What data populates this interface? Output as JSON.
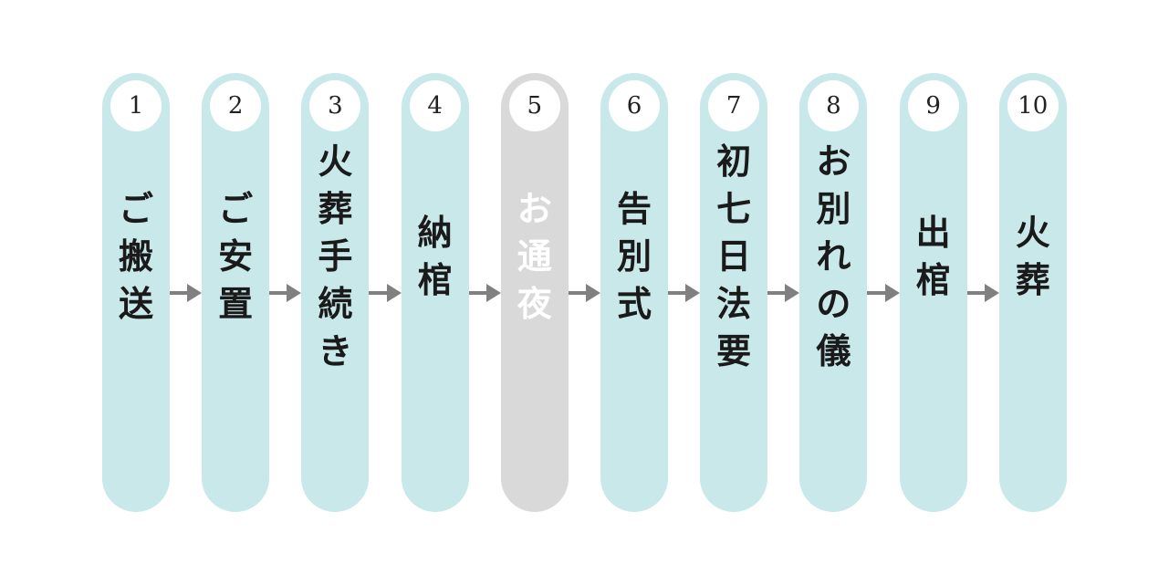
{
  "steps": [
    {
      "number": "1",
      "label": "ご搬送",
      "muted": false
    },
    {
      "number": "2",
      "label": "ご安置",
      "muted": false
    },
    {
      "number": "3",
      "label": "火葬手続き",
      "muted": false
    },
    {
      "number": "4",
      "label": "納棺",
      "muted": false
    },
    {
      "number": "5",
      "label": "お通夜",
      "muted": true
    },
    {
      "number": "6",
      "label": "告別式",
      "muted": false
    },
    {
      "number": "7",
      "label": "初七日法要",
      "muted": false
    },
    {
      "number": "8",
      "label": "お別れの儀",
      "muted": false
    },
    {
      "number": "9",
      "label": "出棺",
      "muted": false
    },
    {
      "number": "10",
      "label": "火葬",
      "muted": false
    }
  ],
  "colors": {
    "pill": "#c8e8ea",
    "pill_muted": "#d9d9d9",
    "arrow": "#808080"
  }
}
